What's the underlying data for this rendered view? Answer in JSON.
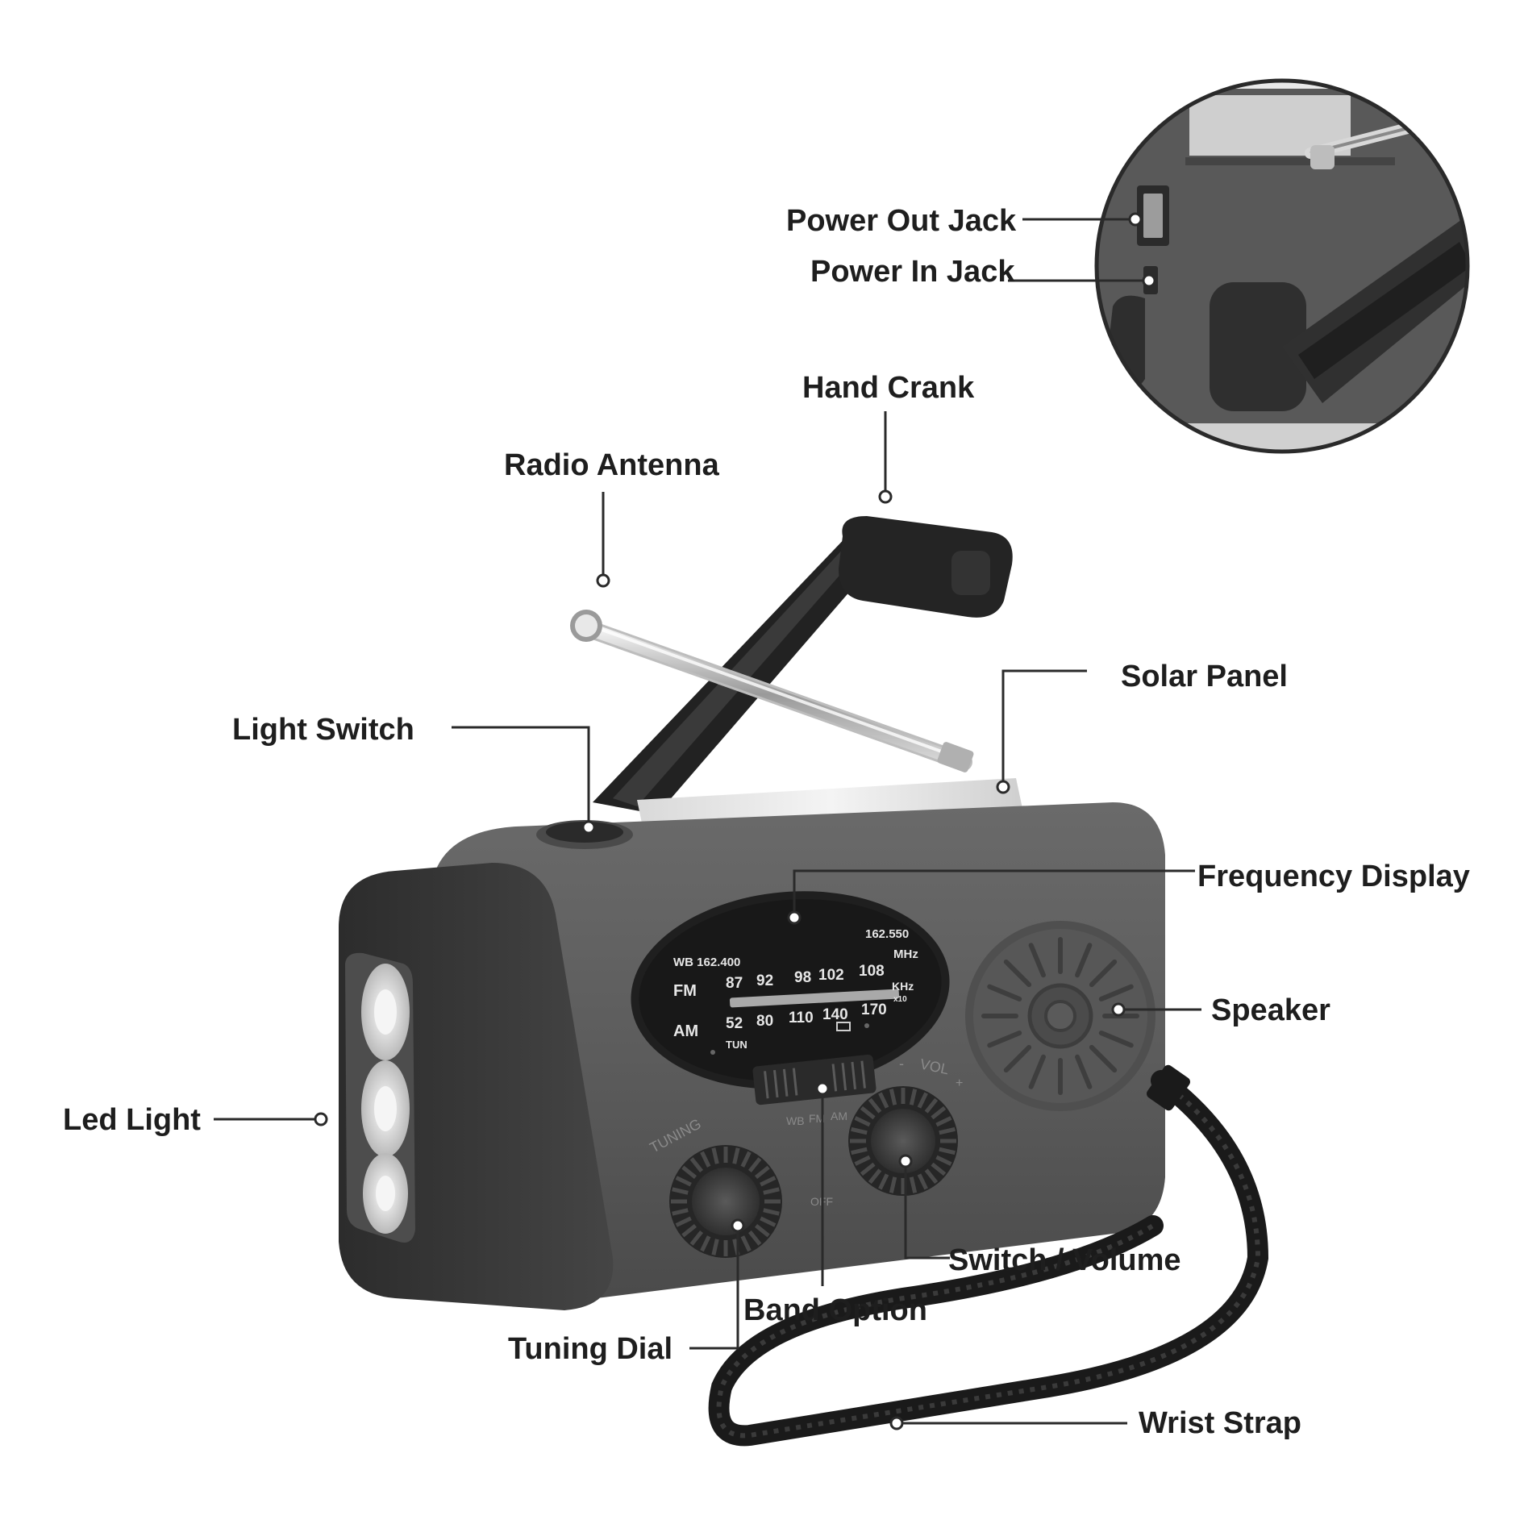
{
  "labels": {
    "power_out_jack": "Power Out Jack",
    "power_in_jack": "Power In Jack",
    "hand_crank": "Hand Crank",
    "radio_antenna": "Radio Antenna",
    "solar_panel": "Solar Panel",
    "light_switch": "Light Switch",
    "frequency_display": "Frequency Display",
    "speaker": "Speaker",
    "led_light": "Led Light",
    "switch_volume": "Switch / Volume",
    "band_option": "Band Option",
    "tuning_dial": "Tuning Dial",
    "wrist_strap": "Wrist Strap"
  },
  "dial": {
    "wb_row": "WB 162.400",
    "wb_end": "162.550",
    "mhz": "MHz",
    "khz": "KHz",
    "x10": "x10",
    "fm": "FM",
    "am": "AM",
    "fm_values": [
      "87",
      "92",
      "98",
      "102",
      "108"
    ],
    "am_values": [
      "52",
      "80",
      "110",
      "140",
      "170"
    ],
    "tun": "TUN"
  },
  "panel_text": {
    "tuning": "TUNING",
    "vol": "VOL",
    "minus": "-",
    "plus": "+",
    "off": "OFF",
    "band_wb": "WB",
    "band_fm": "FM",
    "band_am": "AM"
  },
  "colors": {
    "body": "#5c5c5c",
    "end_cap": "#3a3a3a",
    "line": "#2a2a2a",
    "text": "#1e1e1e"
  }
}
